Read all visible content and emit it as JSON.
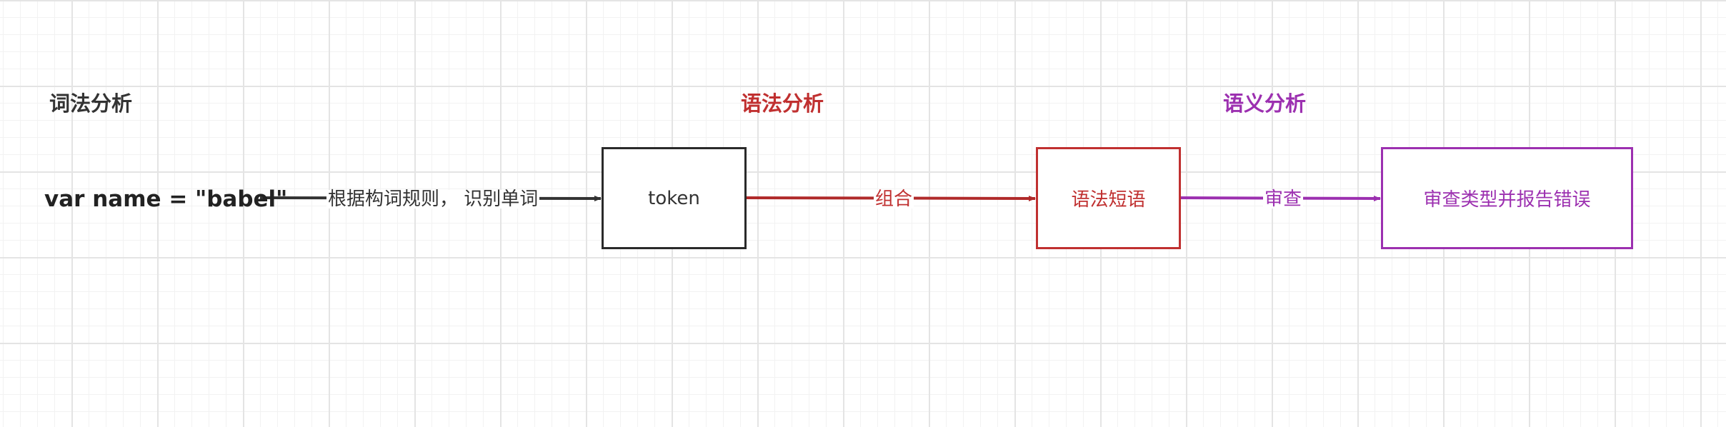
{
  "sections": {
    "lexical": "词法分析",
    "syntax": "语法分析",
    "semantic": "语义分析"
  },
  "source_code": "var name = \"babel\"",
  "nodes": {
    "token": "token",
    "phrase": "语法短语",
    "report": "审查类型并报告错误"
  },
  "edges": {
    "lex_label": "根据构词规则， 识别单词",
    "combine_label": "组合",
    "review_label": "审查"
  },
  "colors": {
    "lexical": "#333333",
    "syntax": "#c03030",
    "semantic": "#9c30b0"
  }
}
